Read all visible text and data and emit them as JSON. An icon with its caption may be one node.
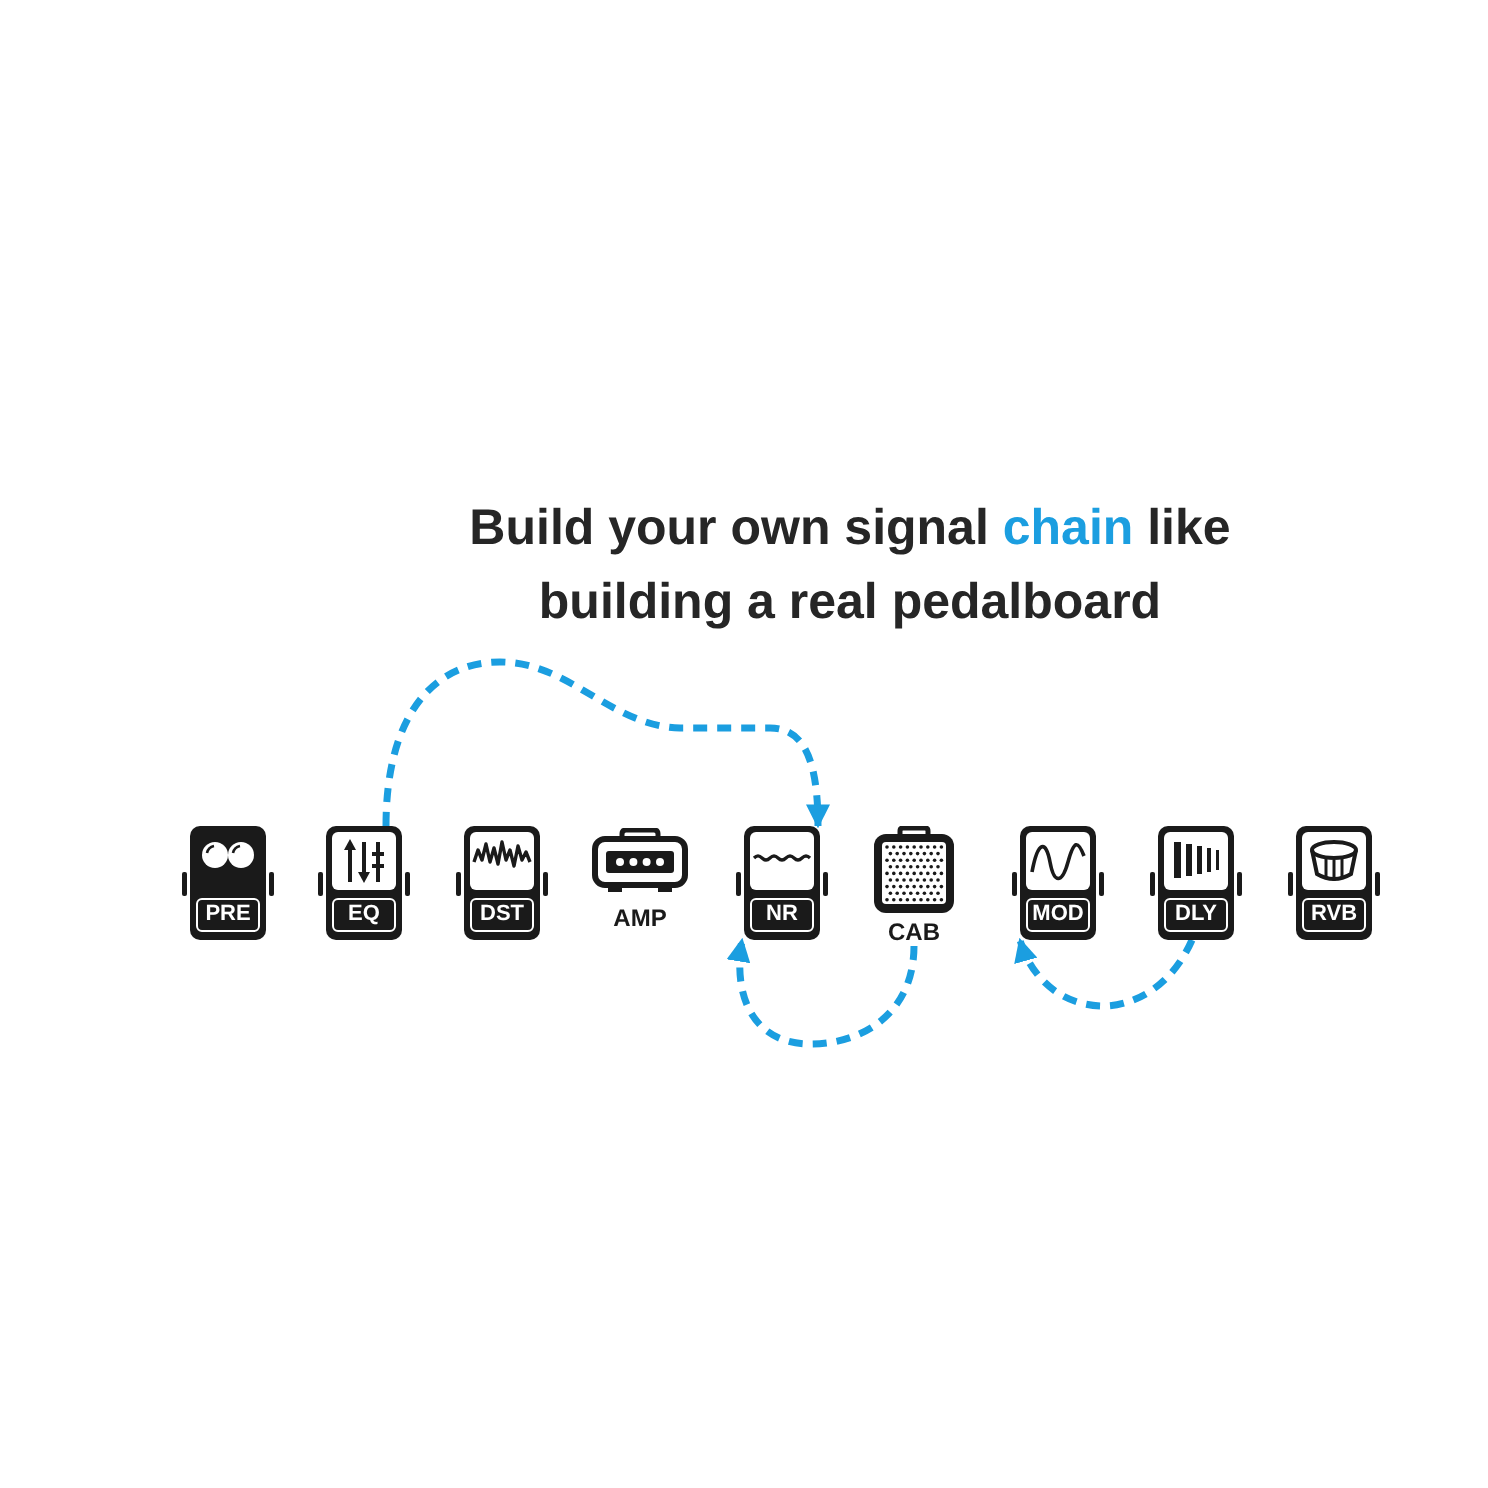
{
  "diagram": {
    "title": "Build your own signal **chain** like building a real pedalboard",
    "nodes": [
      {
        "text": [
          "PRE"
        ]
      },
      {
        "text": [
          "EQ"
        ]
      },
      {
        "text": [
          "DST"
        ]
      },
      {
        "text": [
          "AMP"
        ]
      },
      {
        "text": [
          "NR"
        ]
      },
      {
        "text": [
          "CAB"
        ]
      },
      {
        "text": [
          "MOD"
        ]
      },
      {
        "text": [
          "DLY"
        ]
      },
      {
        "text": [
          "RVB"
        ]
      }
    ],
    "edges": [
      {
        "from": 1,
        "to": 4,
        "arrow": "to",
        "style": "dashed"
      },
      {
        "from": 5,
        "to": 4,
        "arrow": "to",
        "style": "dashed"
      },
      {
        "from": 7,
        "to": 6,
        "arrow": "to",
        "style": "dashed"
      }
    ]
  }
}
